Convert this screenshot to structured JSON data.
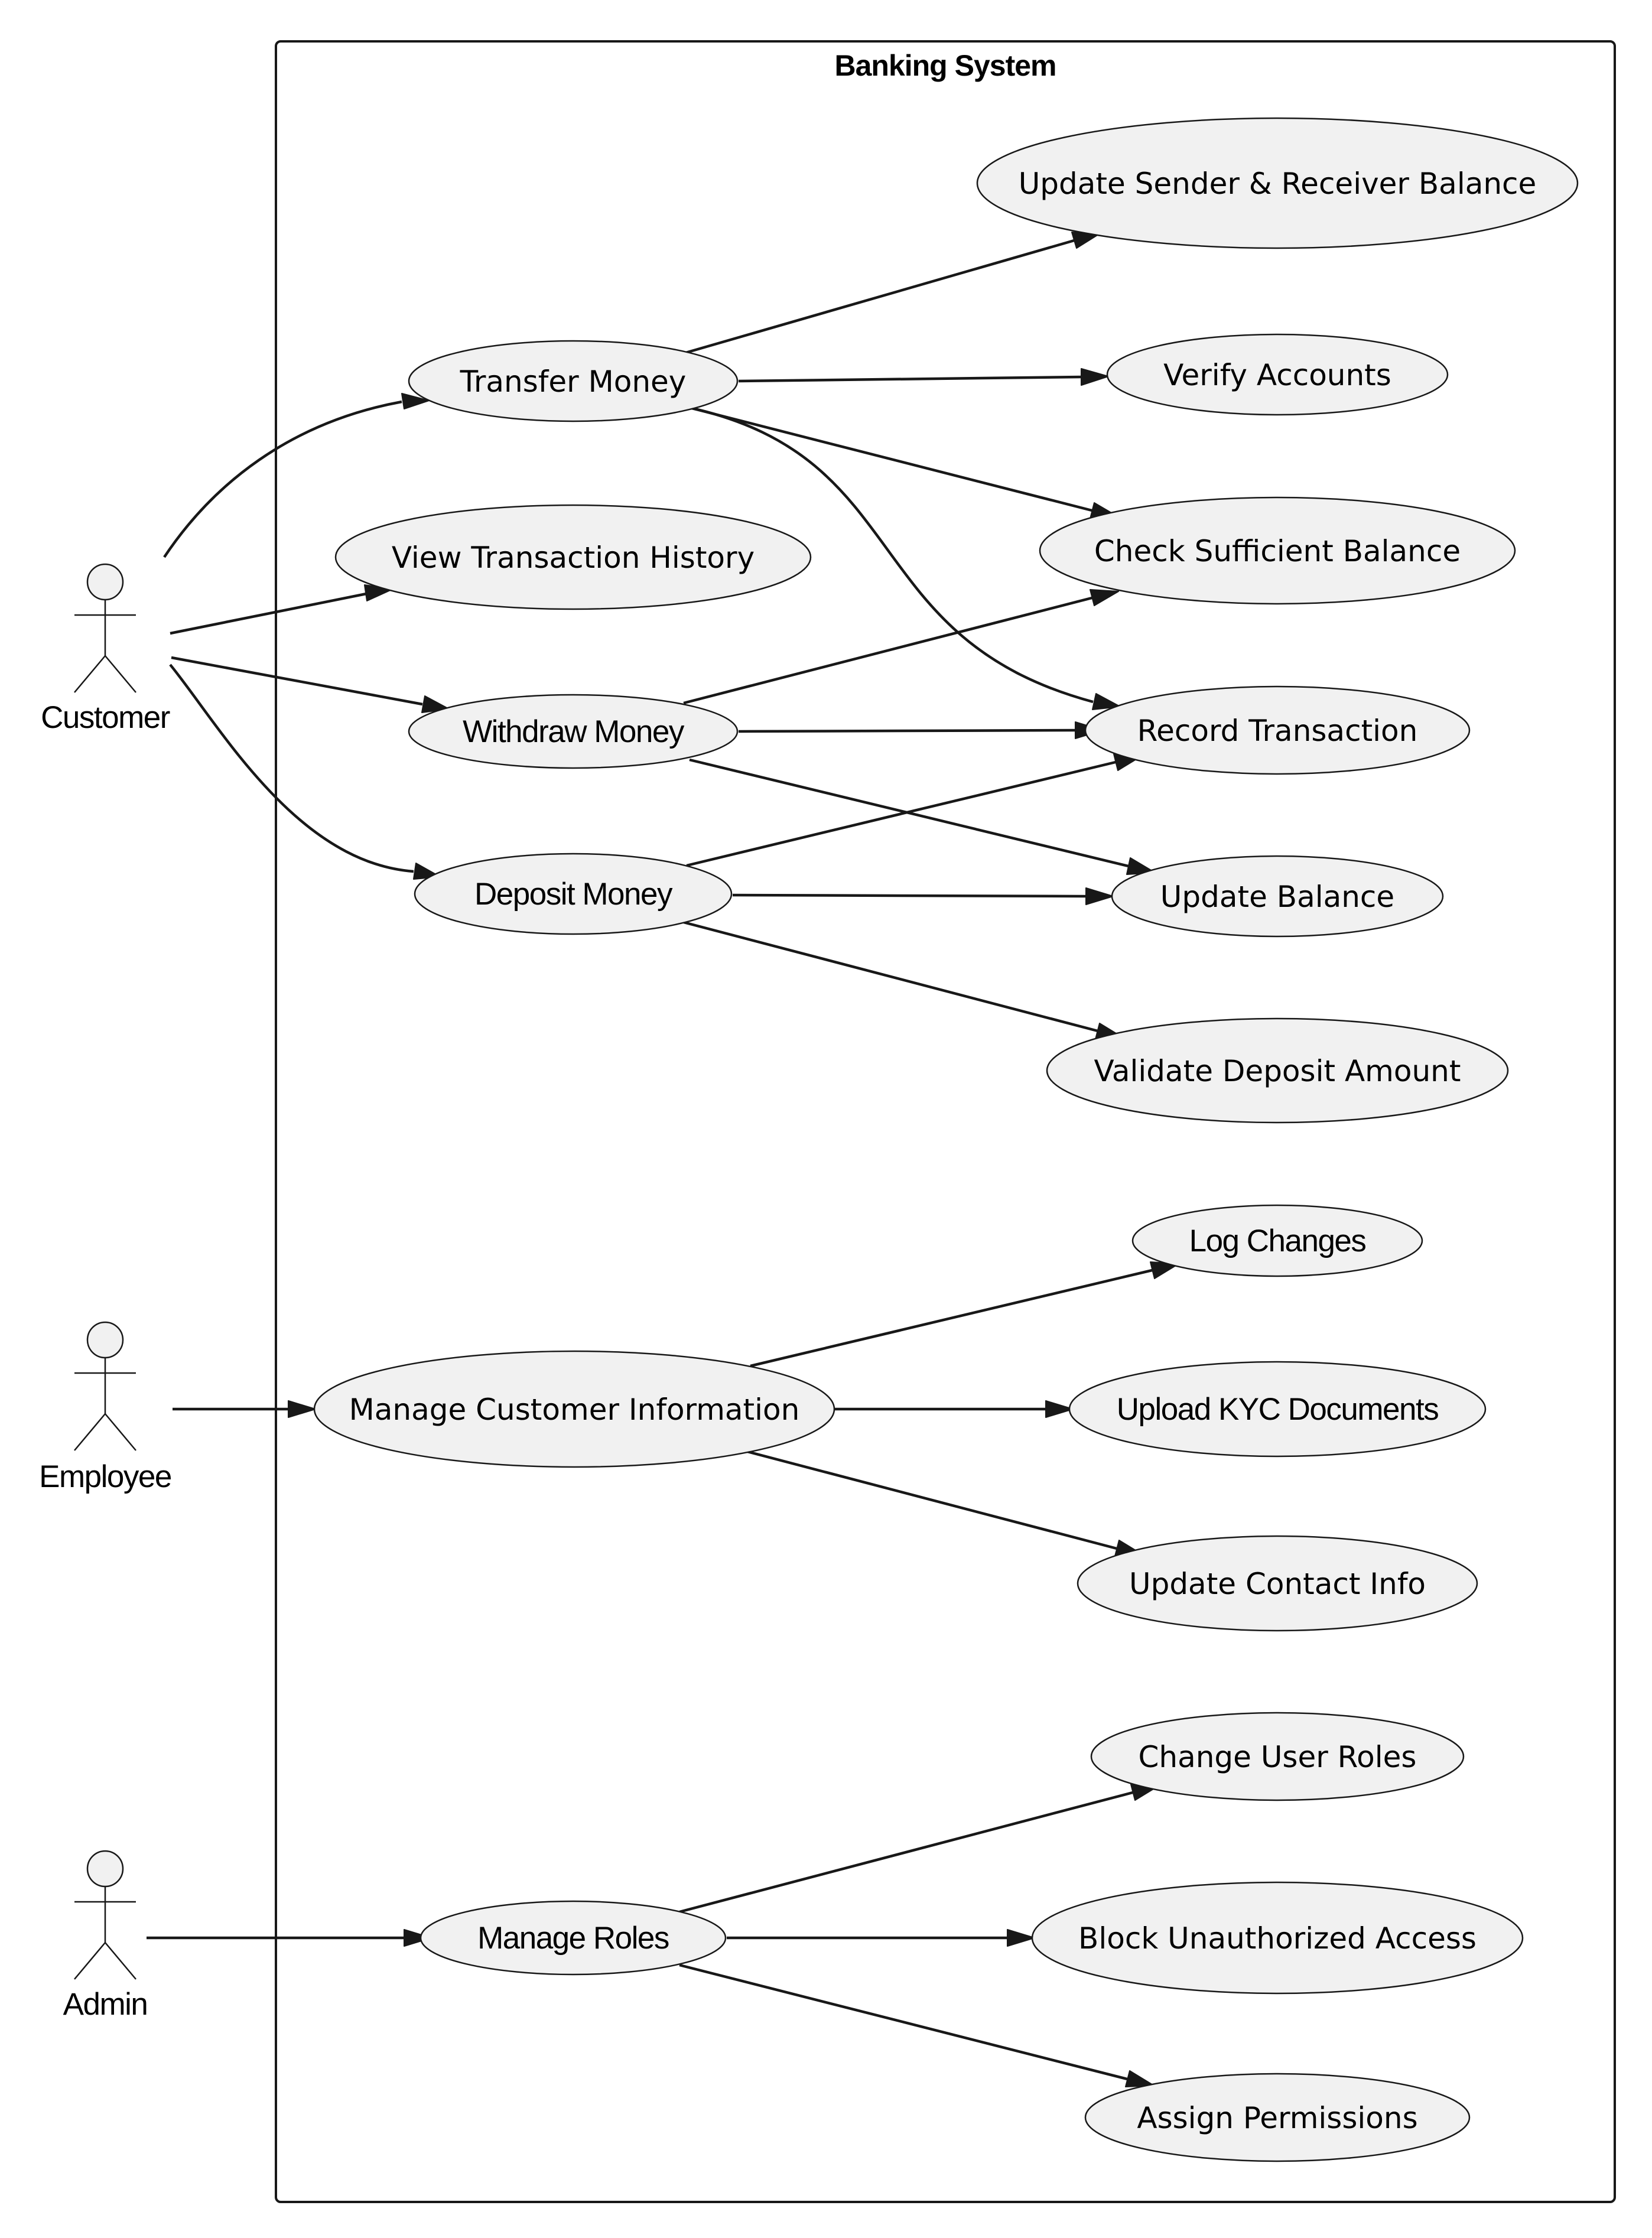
{
  "system": {
    "title": "Banking System"
  },
  "actors": {
    "customer": "Customer",
    "employee": "Employee",
    "admin": "Admin"
  },
  "use_cases": {
    "transfer_money": "Transfer Money",
    "view_transaction_history": "View Transaction History",
    "withdraw_money": "Withdraw Money",
    "deposit_money": "Deposit Money",
    "update_sender_receiver_balance": "Update Sender & Receiver Balance",
    "verify_accounts": "Verify Accounts",
    "check_sufficient_balance": "Check Sufficient Balance",
    "record_transaction": "Record Transaction",
    "update_balance": "Update Balance",
    "validate_deposit_amount": "Validate Deposit Amount",
    "manage_customer_information": "Manage Customer Information",
    "log_changes": "Log Changes",
    "upload_kyc_documents": "Upload KYC Documents",
    "update_contact_info": "Update Contact Info",
    "manage_roles": "Manage Roles",
    "change_user_roles": "Change User Roles",
    "block_unauthorized_access": "Block Unauthorized Access",
    "assign_permissions": "Assign Permissions"
  }
}
